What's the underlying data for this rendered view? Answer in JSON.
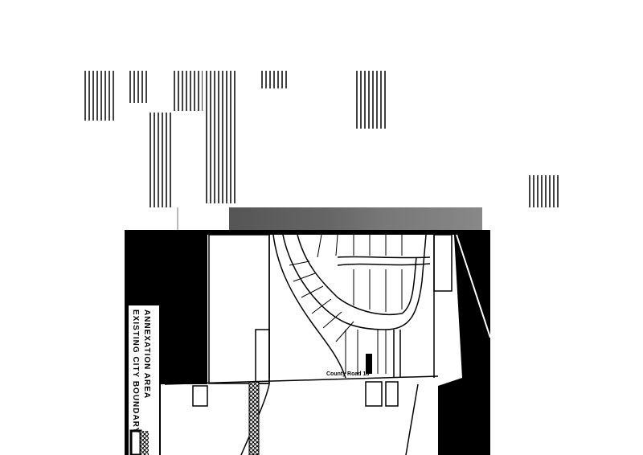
{
  "map": {
    "road_county": "County Road 18",
    "legend": {
      "annexation_area": "ANNEXATION AREA",
      "existing_city_boundary": "EXISTING CITY BOUNDARY"
    },
    "colors": {
      "ink": "#000000",
      "paper": "#ffffff"
    }
  }
}
